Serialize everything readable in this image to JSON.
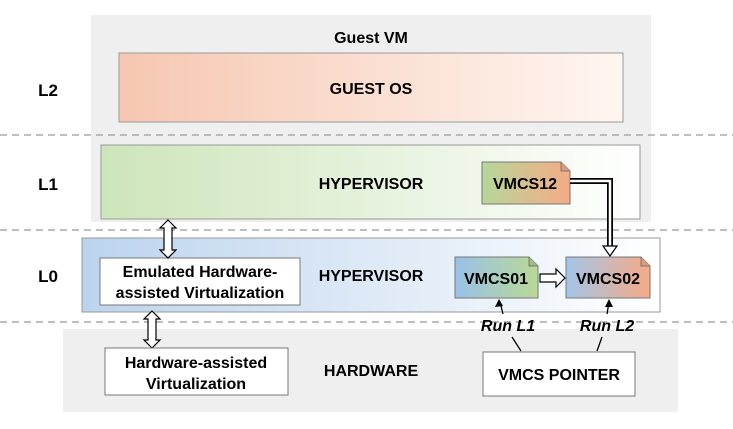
{
  "levels": {
    "l2": "L2",
    "l1": "L1",
    "l0": "L0"
  },
  "guest_vm": {
    "title": "Guest VM",
    "guest_os": "GUEST OS"
  },
  "l1": {
    "hypervisor": "HYPERVISOR",
    "vmcs12": "VMCS12"
  },
  "l0": {
    "hypervisor": "HYPERVISOR",
    "emulated_line1": "Emulated Hardware-",
    "emulated_line2": "assisted Virtualization",
    "vmcs01": "VMCS01",
    "vmcs02": "VMCS02"
  },
  "hardware": {
    "label": "HARDWARE",
    "hav_line1": "Hardware-assisted",
    "hav_line2": "Virtualization",
    "vmcs_pointer": "VMCS POINTER",
    "run_l1": "Run L1",
    "run_l2": "Run L2"
  },
  "colors": {
    "guest_vm_bg": "#efefef",
    "guest_os_fill": "#f9d5c4",
    "l1_hypervisor_fill": "#dcedcf",
    "l0_hypervisor_fill": "#c6d9ee",
    "hardware_bg": "#efefef",
    "vmcs_green": "#b6d59d",
    "vmcs_orange": "#f3b08b",
    "vmcs_blue": "#9fc2e5",
    "divider": "#999999"
  }
}
